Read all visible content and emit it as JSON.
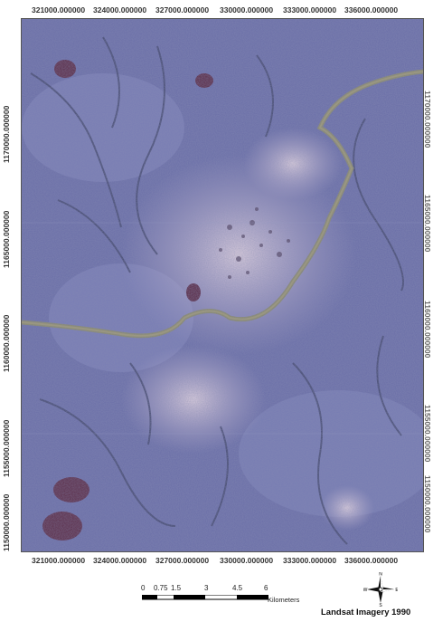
{
  "map": {
    "grid_x_labels": [
      "321000.000000",
      "324000.000000",
      "327000.000000",
      "330000.000000",
      "333000.000000",
      "336000.000000"
    ],
    "grid_y_labels": [
      "1170000.000000",
      "1165000.000000",
      "1160000.000000",
      "1155000.000000",
      "1150000.000000"
    ],
    "scale": {
      "ticks": [
        "0",
        "0.75",
        "1.5",
        "3",
        "4.5",
        "6"
      ],
      "units": "Kilometers"
    },
    "north_arrow": {
      "n": "N",
      "s": "S",
      "e": "E",
      "w": "W",
      "icon": "compass-rose-icon"
    },
    "caption": "Landsat Imagery 1990",
    "colors": {
      "land": "#6c6fa6",
      "urban": "#d7c7d9",
      "river": "#8a8a6a",
      "vegetation": "#5a2a45"
    }
  }
}
